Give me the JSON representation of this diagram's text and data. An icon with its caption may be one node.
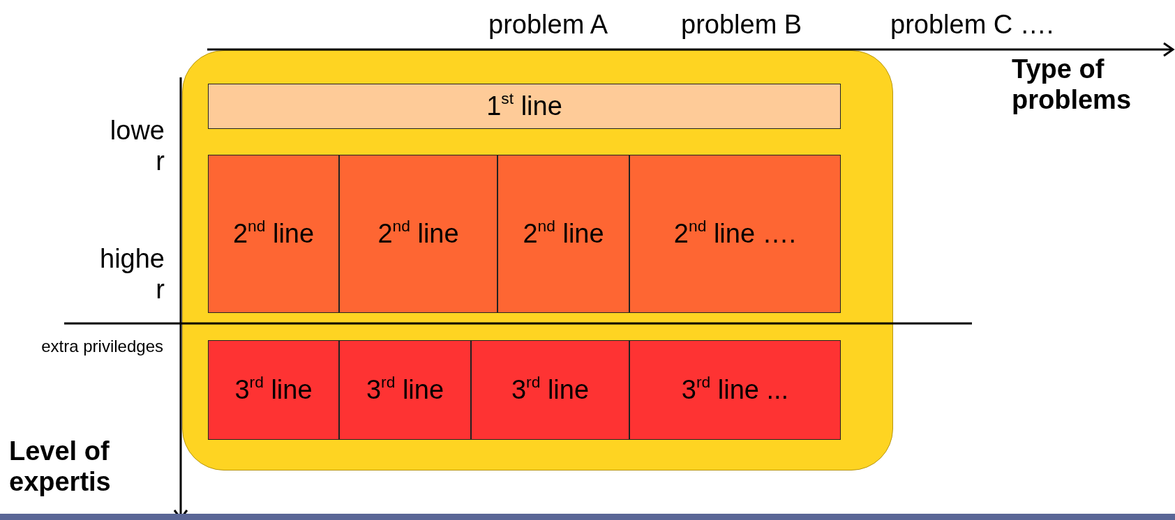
{
  "diagram": {
    "nodes": [
      {
        "text": [],
        "shape": "box"
      },
      {
        "text": [
          "1$^{st}$ line"
        ],
        "in": 0
      },
      {
        "text": [
          "2$^{nd}$ line"
        ],
        "in": 0
      },
      {
        "text": [
          "2$^{nd}$ line"
        ],
        "in": 0
      },
      {
        "text": [
          "2$^{nd}$ line"
        ],
        "in": 0
      },
      {
        "text": [
          "2$^{nd}$ line …."
        ],
        "in": 0
      },
      {
        "text": [
          "3$^{rd}$ line"
        ],
        "in": 0
      },
      {
        "text": [
          "3$^{rd}$ line"
        ],
        "in": 0
      },
      {
        "text": [
          "3$^{rd}$ line"
        ],
        "in": 0
      },
      {
        "text": [
          "3$^{rd}$ line ..."
        ],
        "in": 0
      }
    ],
    "edges": [],
    "labels": [
      "problem A",
      "problem B",
      "problem C ….",
      "Type of problems",
      "lower",
      "higher",
      "extra priviledges",
      "Level of expertis"
    ]
  }
}
